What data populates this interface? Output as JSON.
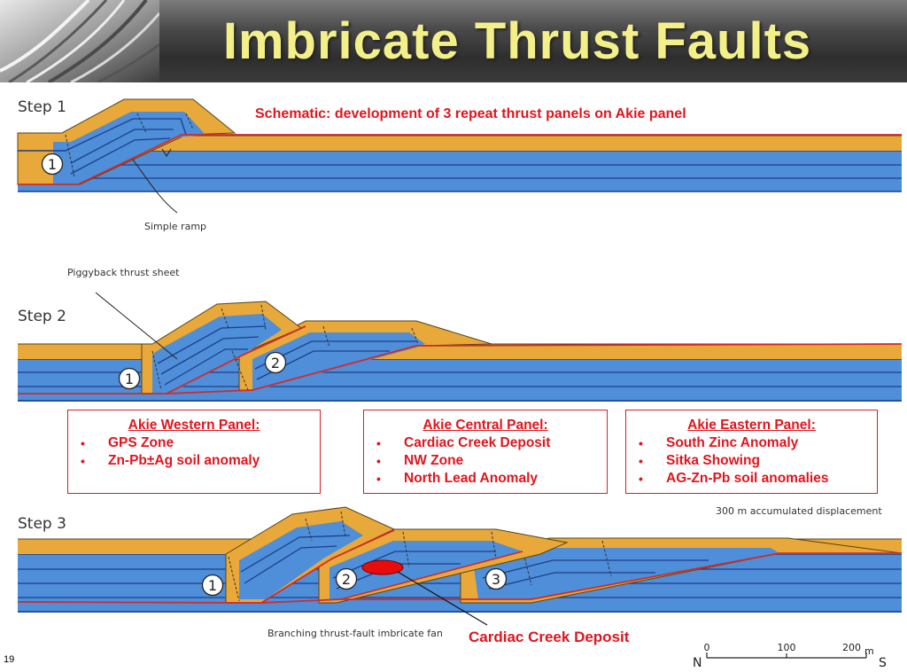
{
  "slide": {
    "title": "Imbricate Thrust Faults",
    "page_number": "19"
  },
  "diagram": {
    "subtitle": "Schematic: development of 3 repeat thrust panels on Akie panel",
    "steps": [
      {
        "label": "Step 1",
        "annotation": "Simple ramp",
        "sheets": [
          "1"
        ]
      },
      {
        "label": "Step 2",
        "annotation": "Piggyback thrust sheet",
        "sheets": [
          "1",
          "2"
        ]
      },
      {
        "label": "Step 3",
        "annotation": "Branching thrust-fault imbricate fan",
        "sheets": [
          "1",
          "2",
          "3"
        ],
        "displacement_note": "300 m accumulated displacement"
      }
    ],
    "deposit_callout": "Cardiac Creek Deposit",
    "scale_bar": {
      "north": "N",
      "south": "S",
      "ticks": [
        "0",
        "100",
        "200"
      ],
      "unit": "m"
    },
    "colors": {
      "limestone_cap": "#e8a93a",
      "strata_blue": "#4f8ed8",
      "bedding_line": "#1d3f8a",
      "fault_line": "#d22a2a",
      "deposit": "#e80d0d",
      "callout_text": "#e0151e"
    }
  },
  "panels": [
    {
      "title": "Akie Western Panel:",
      "items": [
        "GPS Zone",
        "Zn-Pb±Ag soil anomaly"
      ]
    },
    {
      "title": "Akie Central Panel:",
      "items": [
        "Cardiac Creek Deposit",
        "NW Zone",
        "North Lead Anomaly"
      ]
    },
    {
      "title": "Akie Eastern Panel:",
      "items": [
        "South Zinc Anomaly",
        "Sitka Showing",
        "AG-Zn-Pb soil anomalies"
      ]
    }
  ]
}
